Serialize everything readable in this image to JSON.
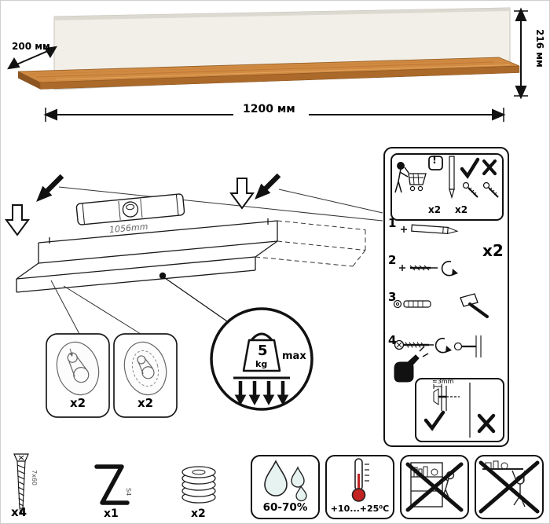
{
  "colors": {
    "wood": "#d08a42",
    "panel_white": "#f2efe8",
    "thermo_red": "#c22222",
    "ink": "#111111"
  },
  "shelf": {
    "depth_label": "200 мм",
    "width_label": "1200 мм",
    "height_label": "216 мм"
  },
  "installation": {
    "mount_distance_label": "1056mm",
    "hanger_left_qty": "x2",
    "hanger_right_qty": "x2",
    "load_limit": {
      "value": "5",
      "unit": "kg",
      "qualifier": "max"
    }
  },
  "steps_panel": {
    "panel_qty": "x2",
    "warning_mark": "!",
    "prep_qty_left": "x2",
    "prep_qty_right": "x2",
    "step_numbers": [
      "1",
      "2",
      "3",
      "4"
    ],
    "protrusion_note": "≈3mm"
  },
  "hardware": {
    "screw_qty": "x4",
    "screw_size": "7x60",
    "hex_key_qty": "x1",
    "hex_key_size": "S4",
    "washer_qty": "x2"
  },
  "environment": {
    "humidity_range": "60-70%",
    "temperature_range": "+10...+25⁰C"
  }
}
